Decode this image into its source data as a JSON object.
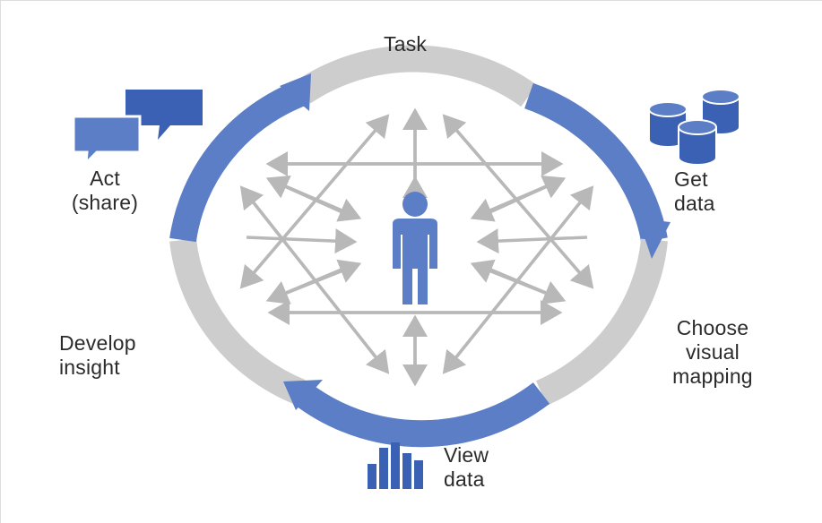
{
  "diagram": {
    "steps": {
      "task": "Task",
      "get_data": "Get\ndata",
      "choose_mapping": "Choose\nvisual\nmapping",
      "view_data": "View\ndata",
      "develop_insight": "Develop\ninsight",
      "act_share": "Act\n(share)"
    },
    "icons": {
      "act": "speech-bubbles-icon",
      "get_data": "database-icon",
      "view_data": "bar-chart-icon",
      "center": "person-icon"
    },
    "colors": {
      "blue": "#5b7ec6",
      "dark_blue": "#3b61b4",
      "gray": "#cdcdcd",
      "arrow_gray": "#b8b8b8"
    }
  }
}
